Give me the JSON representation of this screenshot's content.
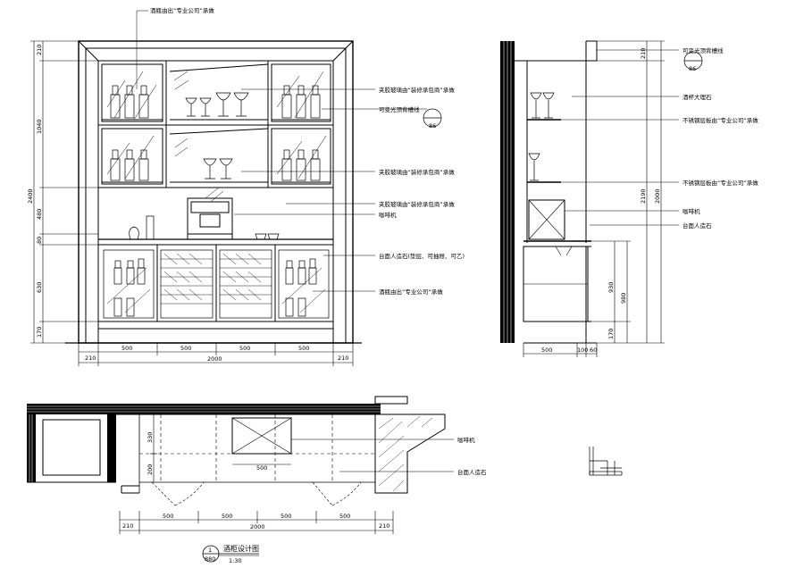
{
  "front": {
    "dims_h": [
      "210",
      "500",
      "500",
      "500",
      "500",
      "210"
    ],
    "total_w": "2000",
    "dims_v": [
      "210",
      "1040",
      "480",
      "80",
      "630",
      "170"
    ],
    "total_h": "2400",
    "labels": [
      "酒瓶由出“专业公司”承做",
      "夹胶玻璃由“装修承包商”承做",
      "可变光顶背槽线",
      "夹胶玻璃由“装修承包商”承做",
      "夹胶玻璃由“装修承包商”承做",
      "咖啡机",
      "台面人造石(垫层、可抽屉、可乙)",
      "酒瓶由出“专业公司”承做"
    ],
    "section_ref": "86"
  },
  "side": {
    "dims_v": [
      "210",
      "2190",
      "2000",
      "930",
      "980",
      "170"
    ],
    "dims_h": [
      "500",
      "100",
      "60"
    ],
    "labels": [
      "可变光顶背槽线",
      "酒杯大理石",
      "不锈钢层板由“专业公司”承做",
      "不锈钢层板由“专业公司”承做",
      "咖啡机",
      "台面人造石"
    ],
    "section_ref": "86"
  },
  "plan": {
    "dims_h": [
      "210",
      "500",
      "500",
      "500",
      "500",
      "210"
    ],
    "total_w": "2000",
    "dims_v": [
      "330",
      "200"
    ],
    "inner_w": "500",
    "labels": [
      "咖啡机",
      "台面人造石"
    ],
    "title": "酒柜设计图",
    "ref_top": "1",
    "ref_bottom": "880",
    "scale": "1:30"
  }
}
